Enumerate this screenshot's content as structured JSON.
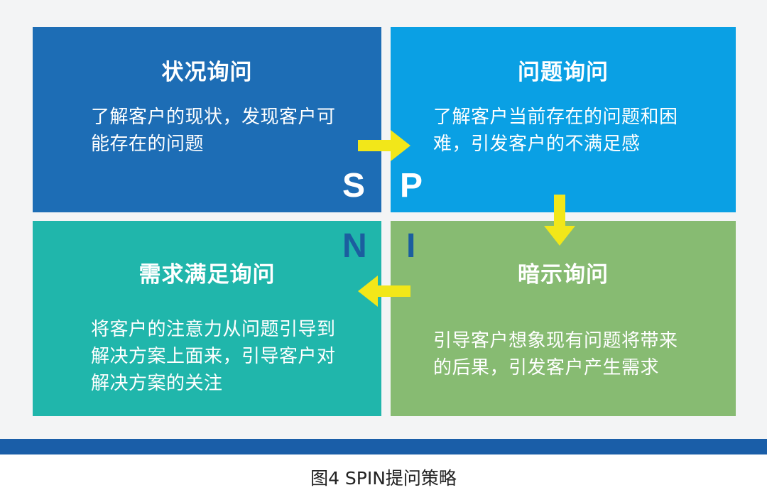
{
  "quadrants": {
    "s": {
      "title": "状况询问",
      "desc": "了解客户的现状，发现客户可\n能存在的问题",
      "letter": "S",
      "color": "#1d6db5"
    },
    "p": {
      "title": "问题询问",
      "desc": "了解客户当前存在的问题和困\n难，引发客户的不满足感",
      "letter": "P",
      "color": "#0aa0e4"
    },
    "n": {
      "title": "需求满足询问",
      "desc": "将客户的注意力从问题引导到\n解决方案上面来，引导客户对\n解决方案的关注",
      "letter": "N",
      "color": "#20b6ab"
    },
    "i": {
      "title": "暗示询问",
      "desc": "引导客户想象现有问题将带来\n的后果，引发客户产生需求",
      "letter": "I",
      "color": "#87bb72"
    }
  },
  "arrow_color": "#f2e719",
  "caption": "图4   SPIN提问策略"
}
